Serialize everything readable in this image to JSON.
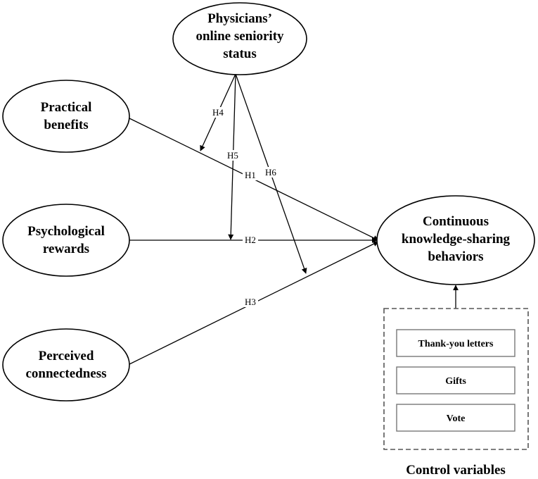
{
  "nodes": {
    "seniority": [
      "Physicians’",
      "online seniority",
      "status"
    ],
    "practical": [
      "Practical",
      "benefits"
    ],
    "psychological": [
      "Psychological",
      "rewards"
    ],
    "connectedness": [
      "Perceived",
      "connectedness"
    ],
    "outcome": [
      "Continuous",
      "knowledge-sharing",
      "behaviors"
    ]
  },
  "hypotheses": {
    "h1": "H1",
    "h2": "H2",
    "h3": "H3",
    "h4": "H4",
    "h5": "H5",
    "h6": "H6"
  },
  "controls": {
    "items": [
      "Thank-you letters",
      "Gifts",
      "Vote"
    ],
    "caption": "Control variables"
  }
}
